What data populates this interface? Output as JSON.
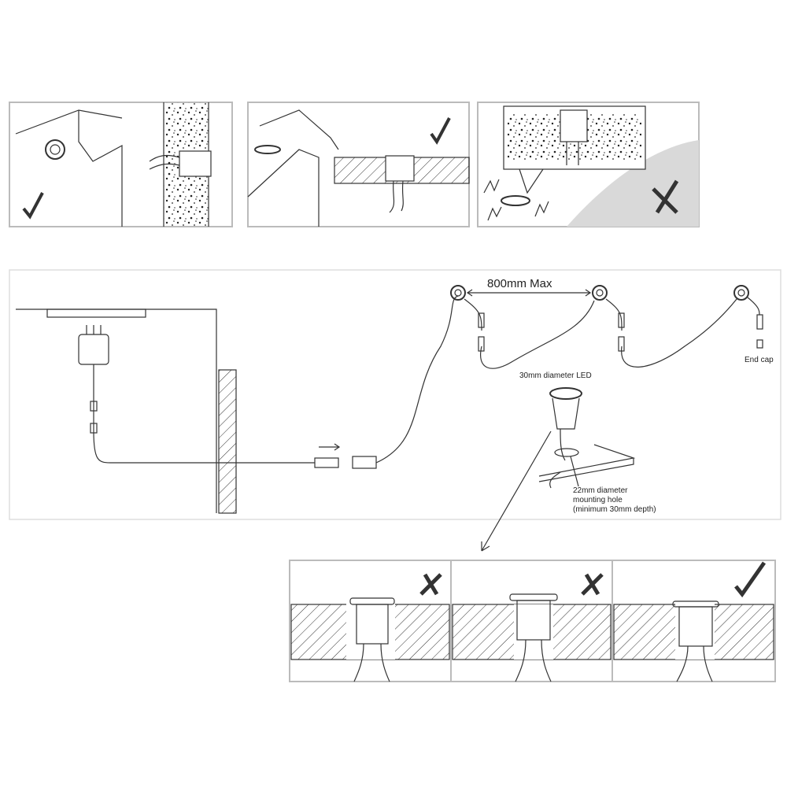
{
  "labels": {
    "max_spacing": "800mm Max",
    "end_cap": "End cap",
    "led_size": "30mm diameter LED",
    "hole_line1": "22mm diameter",
    "hole_line2": "mounting hole",
    "hole_line3": "(minimum 30mm depth)"
  },
  "marks": {
    "top_panels": [
      "check",
      "check",
      "cross"
    ],
    "bottom_panels": [
      "cross",
      "cross",
      "check"
    ]
  },
  "colors": {
    "line": "#333333",
    "frame": "#bbbbbb",
    "shade": "#d9d9d9"
  }
}
